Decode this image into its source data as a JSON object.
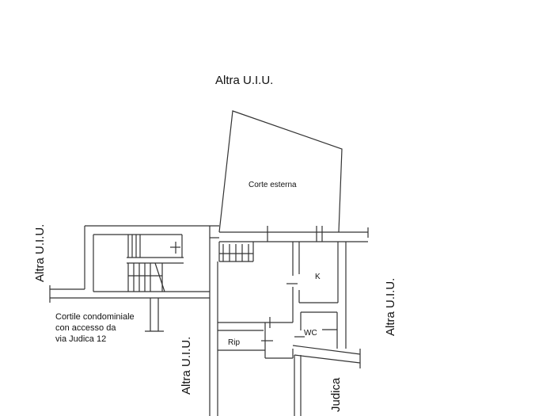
{
  "plan": {
    "type": "floor-plan",
    "labels": {
      "top_neighbor": "Altra U.I.U.",
      "left_neighbor": "Altra U.I.U.",
      "bottom_left_neighbor": "Altra U.I.U.",
      "right_neighbor": "Altra U.I.U.",
      "courtyard": "Corte esterna",
      "kitchen": "K",
      "bathroom": "WC",
      "storage": "Rip",
      "street": "Judica",
      "condo_courtyard": "Cortile condominiale\ncon accesso da\nvia Judica 12"
    },
    "colors": {
      "background": "#ffffff",
      "wall": "#333333",
      "text": "#111111"
    }
  }
}
